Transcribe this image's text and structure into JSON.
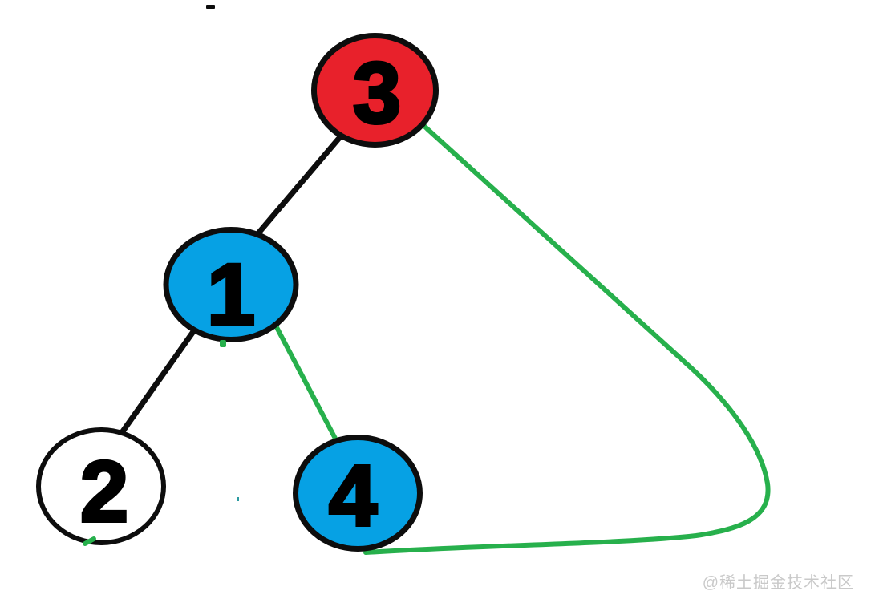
{
  "diagram": {
    "type": "binary-tree-sketch",
    "nodes": [
      {
        "id": "node-3",
        "label": "3",
        "fill": "#e8212b"
      },
      {
        "id": "node-1",
        "label": "1",
        "fill": "#06a1e4"
      },
      {
        "id": "node-2",
        "label": "2",
        "fill": "#ffffff"
      },
      {
        "id": "node-4",
        "label": "4",
        "fill": "#06a1e4"
      }
    ],
    "edges": [
      {
        "from": "3",
        "to": "1",
        "style": "straight-line",
        "color": "#0d0d0d"
      },
      {
        "from": "1",
        "to": "2",
        "style": "straight-line",
        "color": "#0d0d0d"
      },
      {
        "from": "1",
        "to": "4",
        "style": "straight-line",
        "color": "#27b04c"
      },
      {
        "from": "3",
        "to": "4",
        "style": "curved-loop-right",
        "color": "#27b04c"
      }
    ],
    "colors": {
      "outline": "#0d0d0d",
      "black_edge": "#0d0d0d",
      "green_edge": "#27b04c",
      "node_red": "#e8212b",
      "node_blue": "#06a1e4",
      "node_white": "#ffffff",
      "label_text": "#000000",
      "watermark_gray": "#c9c9c9",
      "teal_mark": "#2b9aa0",
      "background": "#ffffff"
    },
    "stray_marks": [
      {
        "id": "black-dash-top",
        "color": "#0d0d0d"
      },
      {
        "id": "green-dot-below-node-1",
        "color": "#27b04c"
      },
      {
        "id": "green-dab-below-node-2",
        "color": "#27b04c"
      },
      {
        "id": "teal-dot-left-of-node-4",
        "color": "#2b9aa0"
      }
    ],
    "watermark": "@稀土掘金技术社区"
  }
}
